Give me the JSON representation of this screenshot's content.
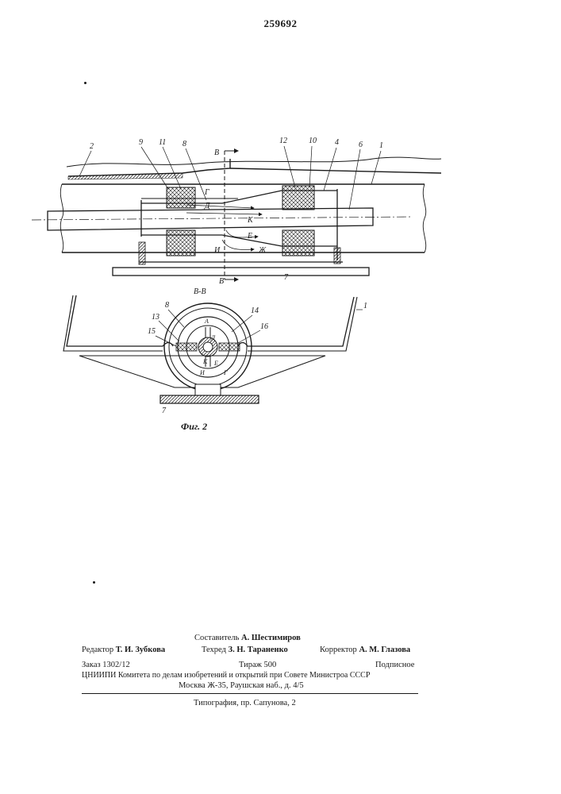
{
  "header": {
    "patent_number": "259692"
  },
  "figure": {
    "caption": "Фиг. 2",
    "section_label": "В-В",
    "top_labels": [
      "2",
      "9",
      "11",
      "8",
      "12",
      "10",
      "4",
      "6",
      "1"
    ],
    "cut_mark_letter": "В",
    "flow_labels": [
      "Г",
      "Д",
      "К",
      "Е",
      "И",
      "Ж"
    ],
    "base_label": "7",
    "section_numbers": [
      "8",
      "14",
      "13",
      "16",
      "15",
      "1",
      "7"
    ],
    "section_letters": [
      "А",
      "Д",
      "Е",
      "К",
      "И",
      "Г"
    ]
  },
  "imprint": {
    "compiler_label": "Составитель",
    "compiler_name": "А. Шестимиров",
    "editor_label": "Редактор",
    "editor_name": "Т. И. Зубкова",
    "techred_label": "Техред",
    "techred_name": "З. Н. Тараненко",
    "corrector_label": "Корректор",
    "corrector_name": "А. М. Глазова",
    "order": "Заказ 1302/12",
    "circulation": "Тираж 500",
    "subscription": "Подписное",
    "institute": "ЦНИИПИ Комитета по делам изобретений и открытий при Совете Министроа СССР",
    "address": "Москва Ж-35, Раушская наб., д. 4/5",
    "printer": "Типография, пр. Сапунова, 2"
  }
}
